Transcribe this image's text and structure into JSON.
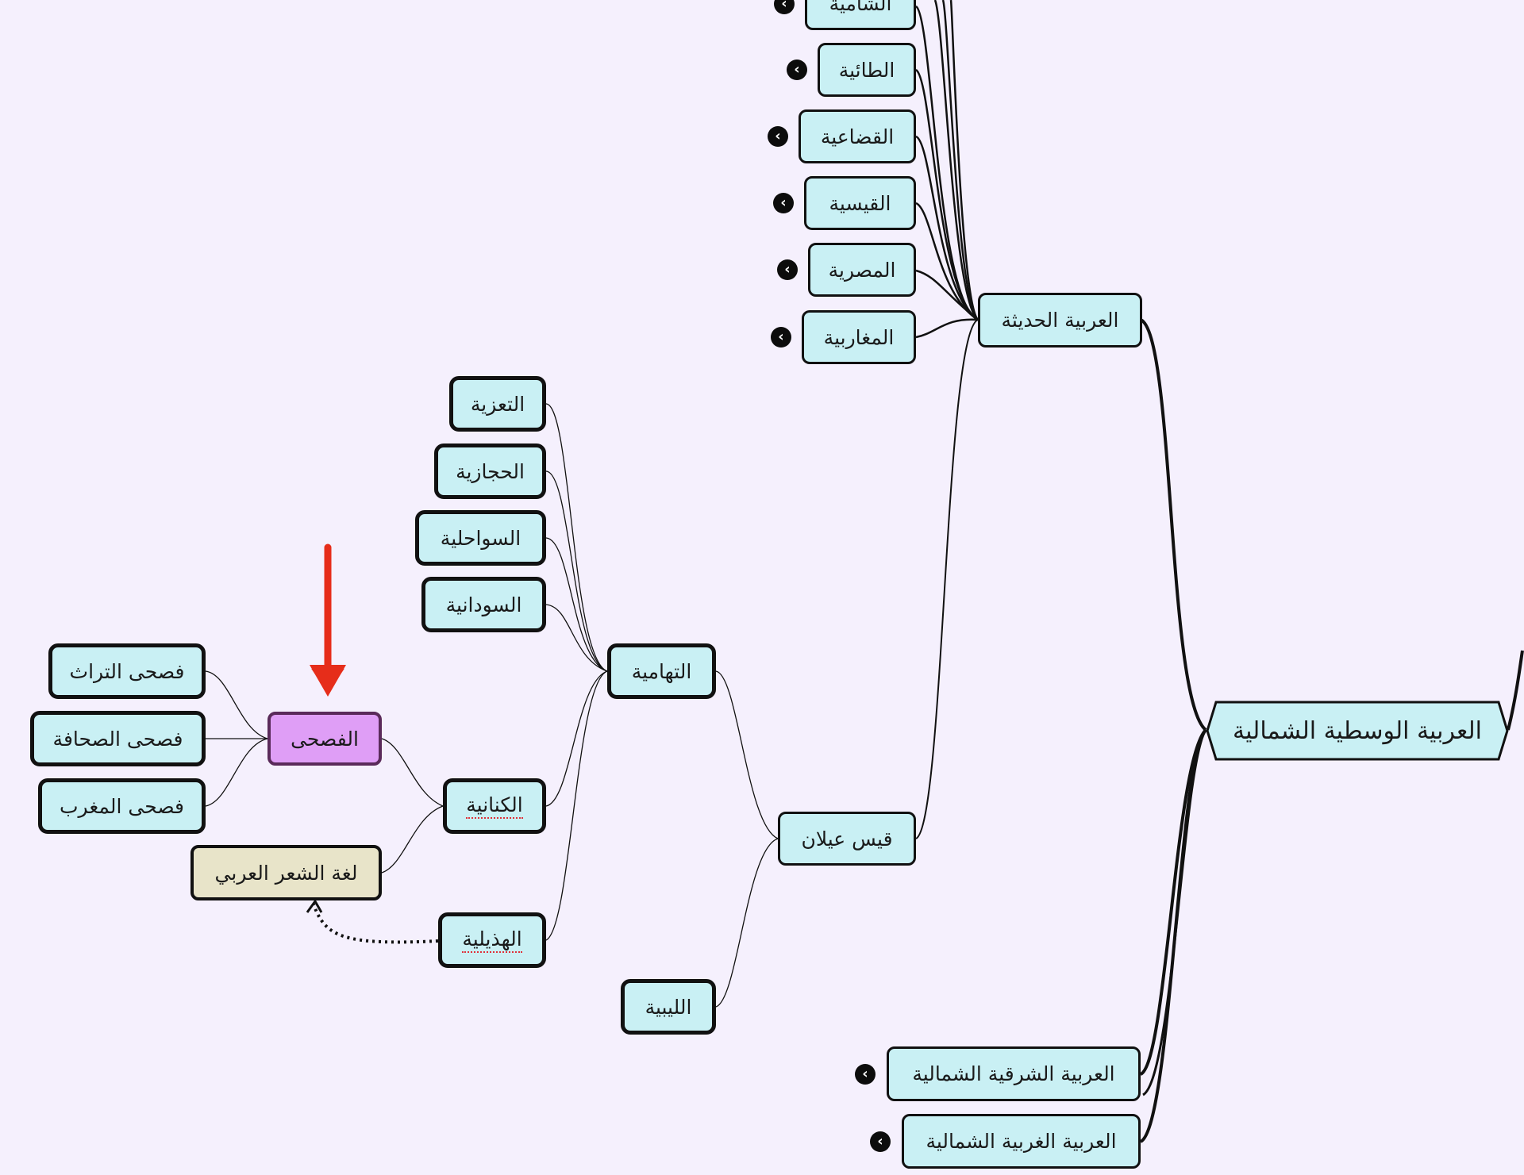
{
  "root": {
    "label": "العربية الوسطية الشمالية"
  },
  "modern": {
    "label": "العربية الحديثة",
    "children": [
      "الشامية",
      "الطائية",
      "القضاعية",
      "القيسية",
      "المصرية",
      "المغاربية"
    ]
  },
  "qays": {
    "label": "قيس عيلان"
  },
  "tihamiya": {
    "label": "التهامية",
    "children": [
      "التعزية",
      "الحجازية",
      "السواحلية",
      "السودانية"
    ]
  },
  "libyan": {
    "label": "الليبية"
  },
  "kinaniya": {
    "label": "الكنانية"
  },
  "hudhaliya": {
    "label": "الهذيلية"
  },
  "fusha": {
    "label": "الفصحى",
    "children": [
      "فصحى التراث",
      "فصحى الصحافة",
      "فصحى المغرب"
    ]
  },
  "poetry": {
    "label": "لغة الشعر العربي"
  },
  "northeastern": {
    "label": "العربية الشرقية الشمالية"
  },
  "northwestern": {
    "label": "العربية الغربية الشمالية"
  },
  "collapse_icon": "chevron-left-icon",
  "colors": {
    "background": "#f5f0fd",
    "node_fill": "#c9f0f4",
    "fusha_fill": "#df9ef6",
    "poetry_fill": "#e8e4c9",
    "marker_arrow": "#e62d1a"
  }
}
